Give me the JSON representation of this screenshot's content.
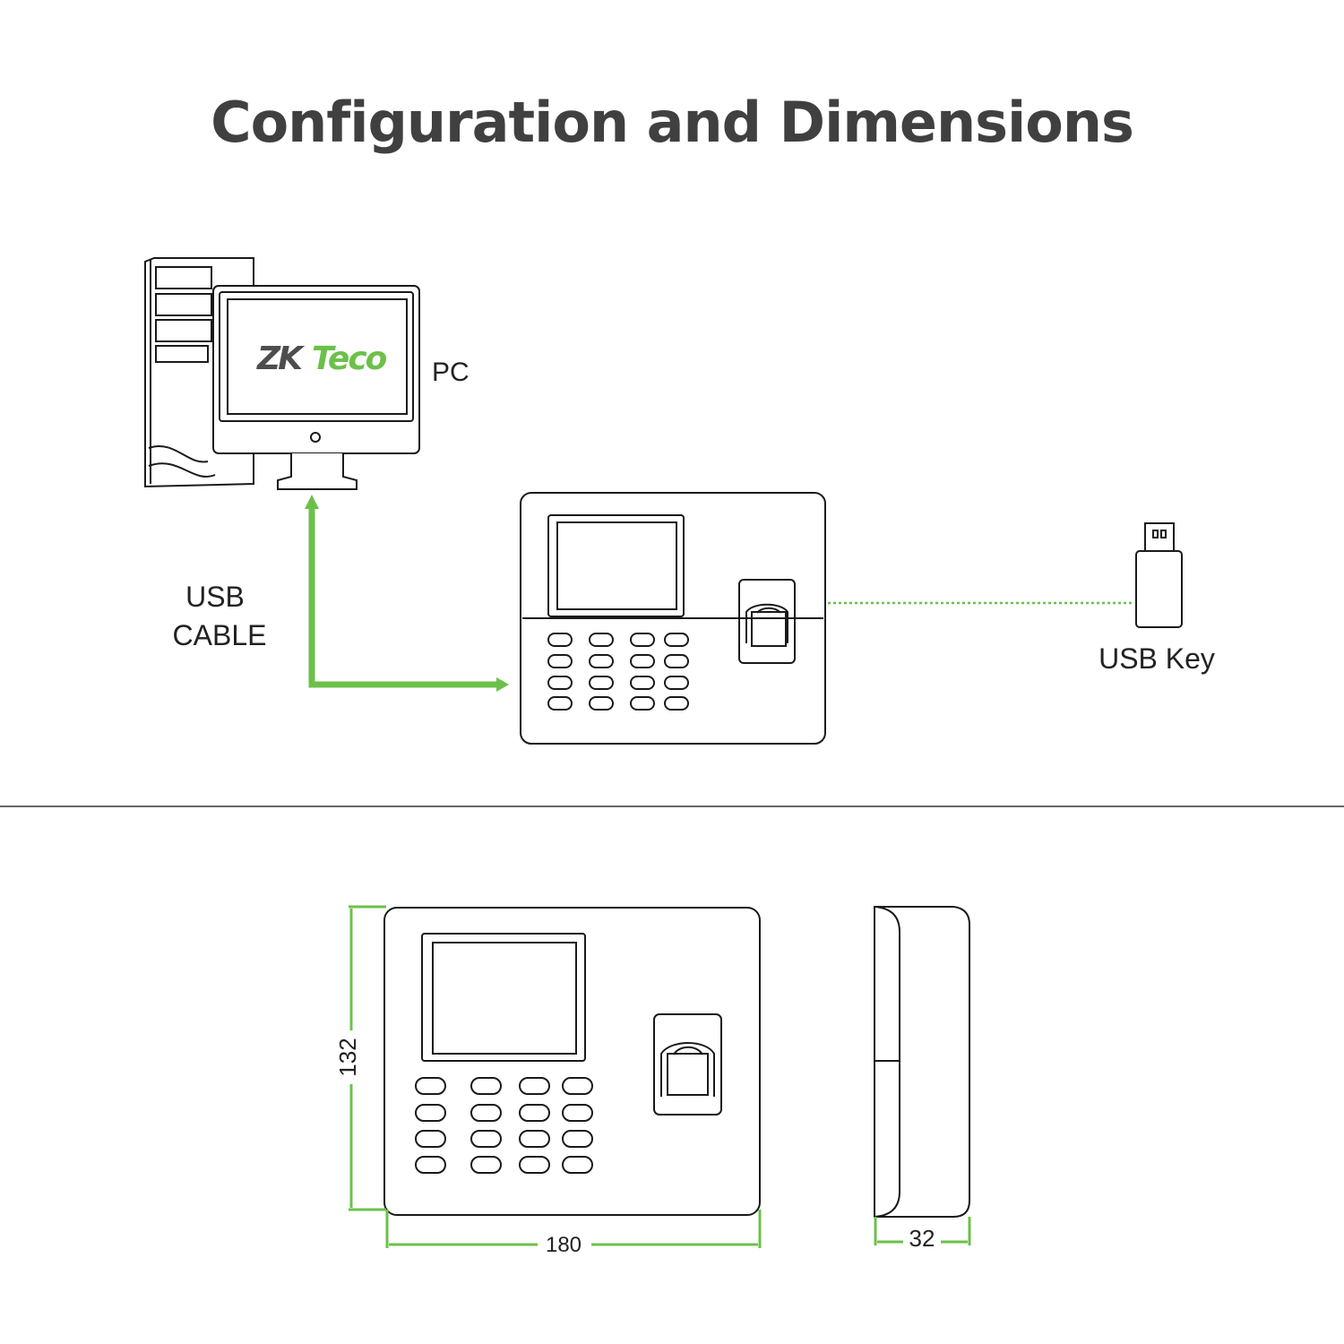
{
  "title": "Configuration and Dimensions",
  "brand_logo": {
    "zk": "ZK",
    "teco": "Teco"
  },
  "labels": {
    "pc": "PC",
    "usb_cable_line1": "USB",
    "usb_cable_line2": "CABLE",
    "usb_key": "USB Key"
  },
  "dimensions": {
    "height": "132",
    "width": "180",
    "depth": "32"
  },
  "colors": {
    "accent_green": "#6cc04a",
    "title_gray": "#404040",
    "line_black": "#1a1a1a"
  }
}
